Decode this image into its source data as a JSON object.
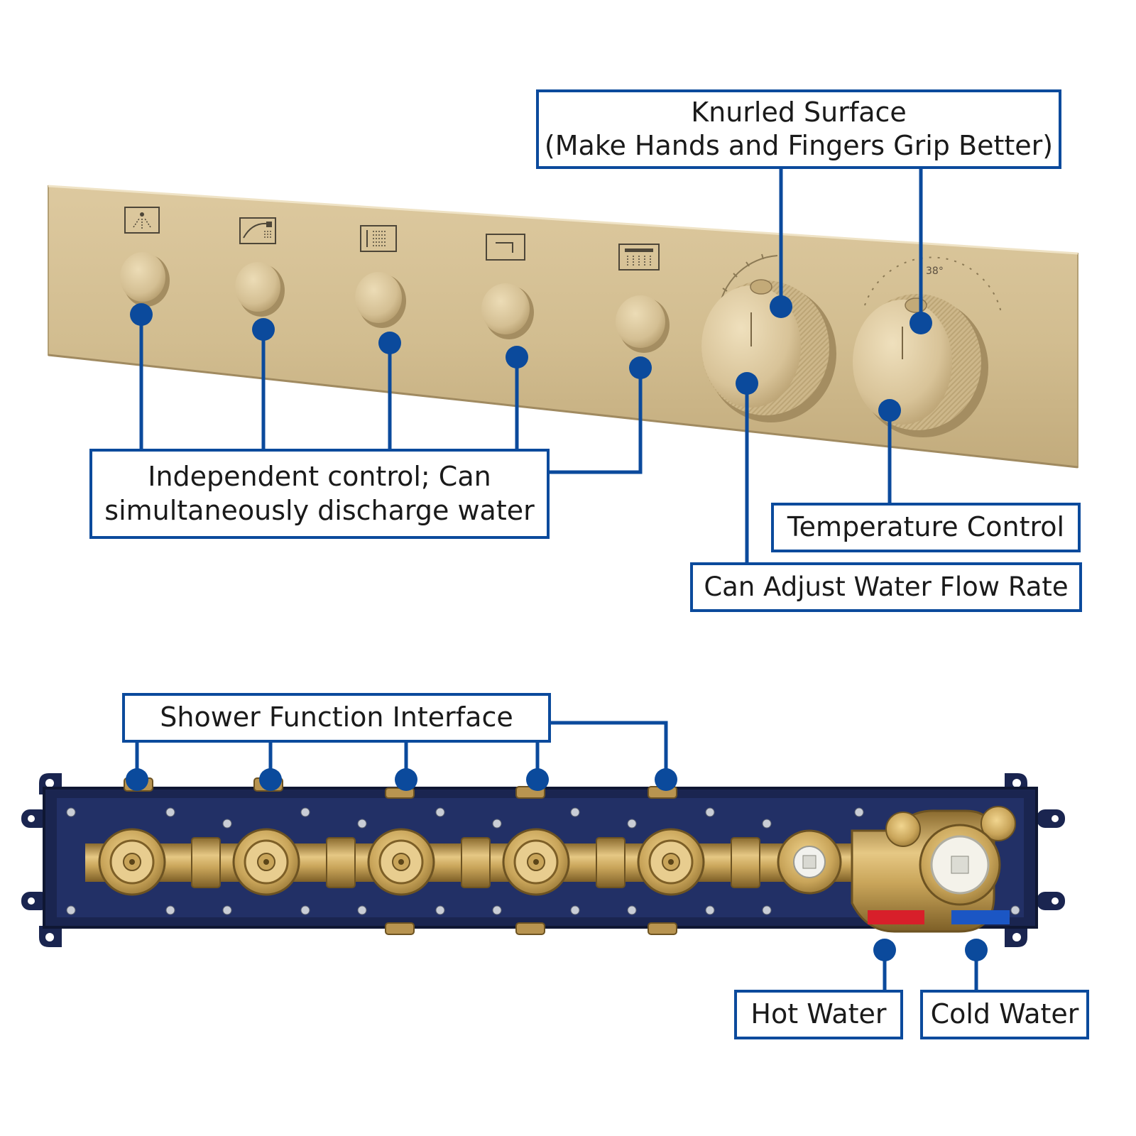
{
  "labels": {
    "knurled_line1": "Knurled Surface",
    "knurled_line2": "(Make Hands and Fingers Grip Better)",
    "independent_line1": "Independent control; Can",
    "independent_line2": "simultaneously discharge water",
    "temperature": "Temperature Control",
    "flow": "Can Adjust Water Flow Rate",
    "shower_interface": "Shower Function Interface",
    "hot": "Hot Water",
    "cold": "Cold Water"
  },
  "dial_marking": "38°",
  "function_icons": [
    "top-spray-icon",
    "handheld-shower-icon",
    "body-jet-icon",
    "tub-spout-icon",
    "rain-shower-icon"
  ],
  "colors": {
    "callout_blue": "#0b4a9c",
    "brushed_gold": "#d6c196",
    "valve_body_navy": "#1a2550",
    "brass": "#c9a55a",
    "hot_red": "#d81f2a",
    "cold_blue": "#1b56c4"
  }
}
